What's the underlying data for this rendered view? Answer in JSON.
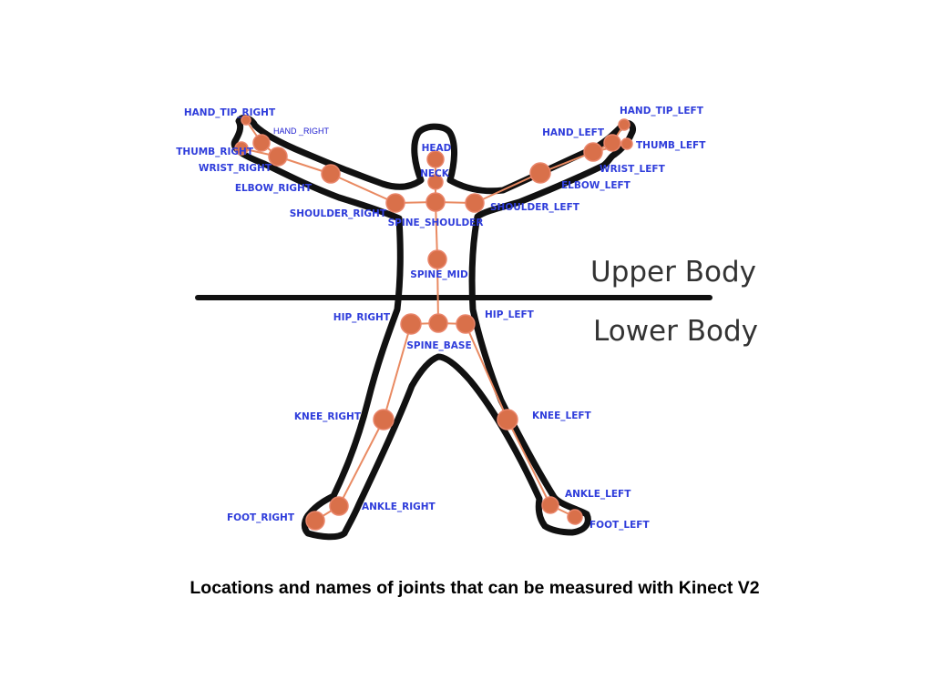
{
  "caption": "Locations and names of joints that can be measured with Kinect V2",
  "regions": {
    "upper": "Upper Body",
    "lower": "Lower Body"
  },
  "colors": {
    "joint_fill": "#d9704a",
    "joint_stroke": "#e9856a",
    "bone": "#e98a62",
    "outline": "#111111",
    "label": "#2f3ddb"
  },
  "joints": [
    {
      "id": "head",
      "label": "HEAD"
    },
    {
      "id": "neck",
      "label": "NECK"
    },
    {
      "id": "spine_shoulder",
      "label": "SPINE_SHOULDER"
    },
    {
      "id": "spine_mid",
      "label": "SPINE_MID"
    },
    {
      "id": "spine_base",
      "label": "SPINE_BASE"
    },
    {
      "id": "shoulder_right",
      "label": "SHOULDER_RIGHT"
    },
    {
      "id": "elbow_right",
      "label": "ELBOW_RIGHT"
    },
    {
      "id": "wrist_right",
      "label": "WRIST_RIGHT"
    },
    {
      "id": "hand_right",
      "label": "HAND _RIGHT"
    },
    {
      "id": "thumb_right",
      "label": "THUMB_RIGHT"
    },
    {
      "id": "hand_tip_right",
      "label": "HAND_TIP_RIGHT"
    },
    {
      "id": "shoulder_left",
      "label": "SHOULDER_LEFT"
    },
    {
      "id": "elbow_left",
      "label": "ELBOW_LEFT"
    },
    {
      "id": "wrist_left",
      "label": "WRIST_LEFT"
    },
    {
      "id": "hand_left",
      "label": "HAND_LEFT"
    },
    {
      "id": "thumb_left",
      "label": "THUMB_LEFT"
    },
    {
      "id": "hand_tip_left",
      "label": "HAND_TIP_LEFT"
    },
    {
      "id": "hip_right",
      "label": "HIP_RIGHT"
    },
    {
      "id": "knee_right",
      "label": "KNEE_RIGHT"
    },
    {
      "id": "ankle_right",
      "label": "ANKLE_RIGHT"
    },
    {
      "id": "foot_right",
      "label": "FOOT_RIGHT"
    },
    {
      "id": "hip_left",
      "label": "HIP_LEFT"
    },
    {
      "id": "knee_left",
      "label": "KNEE_LEFT"
    },
    {
      "id": "ankle_left",
      "label": "ANKLE_LEFT"
    },
    {
      "id": "foot_left",
      "label": "FOOT_LEFT"
    }
  ],
  "bones": [
    [
      "head",
      "neck"
    ],
    [
      "neck",
      "spine_shoulder"
    ],
    [
      "spine_shoulder",
      "spine_mid"
    ],
    [
      "spine_mid",
      "spine_base"
    ],
    [
      "spine_shoulder",
      "shoulder_right"
    ],
    [
      "shoulder_right",
      "elbow_right"
    ],
    [
      "elbow_right",
      "wrist_right"
    ],
    [
      "wrist_right",
      "hand_right"
    ],
    [
      "hand_right",
      "hand_tip_right"
    ],
    [
      "wrist_right",
      "thumb_right"
    ],
    [
      "spine_shoulder",
      "shoulder_left"
    ],
    [
      "shoulder_left",
      "elbow_left"
    ],
    [
      "elbow_left",
      "wrist_left"
    ],
    [
      "wrist_left",
      "hand_left"
    ],
    [
      "hand_left",
      "hand_tip_left"
    ],
    [
      "wrist_left",
      "thumb_left"
    ],
    [
      "spine_base",
      "hip_right"
    ],
    [
      "hip_right",
      "knee_right"
    ],
    [
      "knee_right",
      "ankle_right"
    ],
    [
      "ankle_right",
      "foot_right"
    ],
    [
      "spine_base",
      "hip_left"
    ],
    [
      "hip_left",
      "knee_left"
    ],
    [
      "knee_left",
      "ankle_left"
    ],
    [
      "ankle_left",
      "foot_left"
    ]
  ]
}
